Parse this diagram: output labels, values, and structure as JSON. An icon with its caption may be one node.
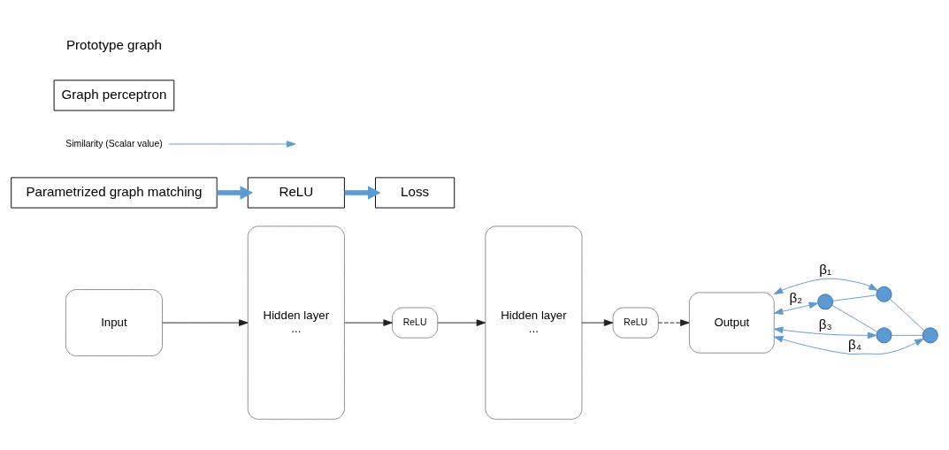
{
  "diagram": {
    "nodes": [
      {
        "text": [
          "Input"
        ]
      },
      {
        "text": [
          "Hidden layer",
          "..."
        ]
      },
      {
        "text": [
          "ReLU"
        ]
      },
      {
        "text": [
          "Hidden layer",
          "..."
        ]
      },
      {
        "text": [
          "ReLU"
        ]
      },
      {
        "text": [
          "Output"
        ]
      },
      {
        "text": [],
        "shape": "circle"
      },
      {
        "text": [],
        "shape": "circle"
      },
      {
        "text": [],
        "shape": "circle"
      },
      {
        "text": [],
        "shape": "circle"
      },
      {
        "text": [
          "Parametrized graph matching"
        ]
      },
      {
        "text": [
          "ReLU"
        ]
      },
      {
        "text": [
          "Loss"
        ]
      },
      {
        "text": [
          "Similarity (Scalar value)"
        ]
      },
      {
        "text": [
          "Graph perceptron"
        ]
      }
    ],
    "edges": [
      {
        "from": 0,
        "to": 1,
        "arrow": "to",
        "color": "#222222"
      },
      {
        "from": 1,
        "to": 2,
        "arrow": "to",
        "color": "#222222"
      },
      {
        "from": 2,
        "to": 3,
        "arrow": "to",
        "color": "#222222"
      },
      {
        "from": 3,
        "to": 4,
        "arrow": "to",
        "color": "#222222"
      },
      {
        "from": 4,
        "to": 5,
        "arrow": "to",
        "style": "dashed",
        "color": "#222222"
      },
      {
        "from": 5,
        "to": 8,
        "arrow": "both",
        "label": "β₁"
      },
      {
        "from": 5,
        "to": 6,
        "arrow": "both",
        "label": "β₂"
      },
      {
        "from": 5,
        "to": 7,
        "arrow": "both",
        "label": "β₃"
      },
      {
        "from": 5,
        "to": 9,
        "arrow": "both",
        "label": "β₄"
      },
      {
        "from": 6,
        "to": 8,
        "arrow": "none"
      },
      {
        "from": 6,
        "to": 7,
        "arrow": "none"
      },
      {
        "from": 8,
        "to": 9,
        "arrow": "none"
      },
      {
        "from": 7,
        "to": 9,
        "arrow": "none"
      },
      {
        "from": 10,
        "to": 11,
        "arrow": "to",
        "style": "thick"
      },
      {
        "from": 11,
        "to": 12,
        "arrow": "to",
        "style": "thick"
      },
      {
        "from": 13,
        "to": null,
        "arrow": "to"
      }
    ],
    "labels": [
      "Prototype graph"
    ]
  }
}
